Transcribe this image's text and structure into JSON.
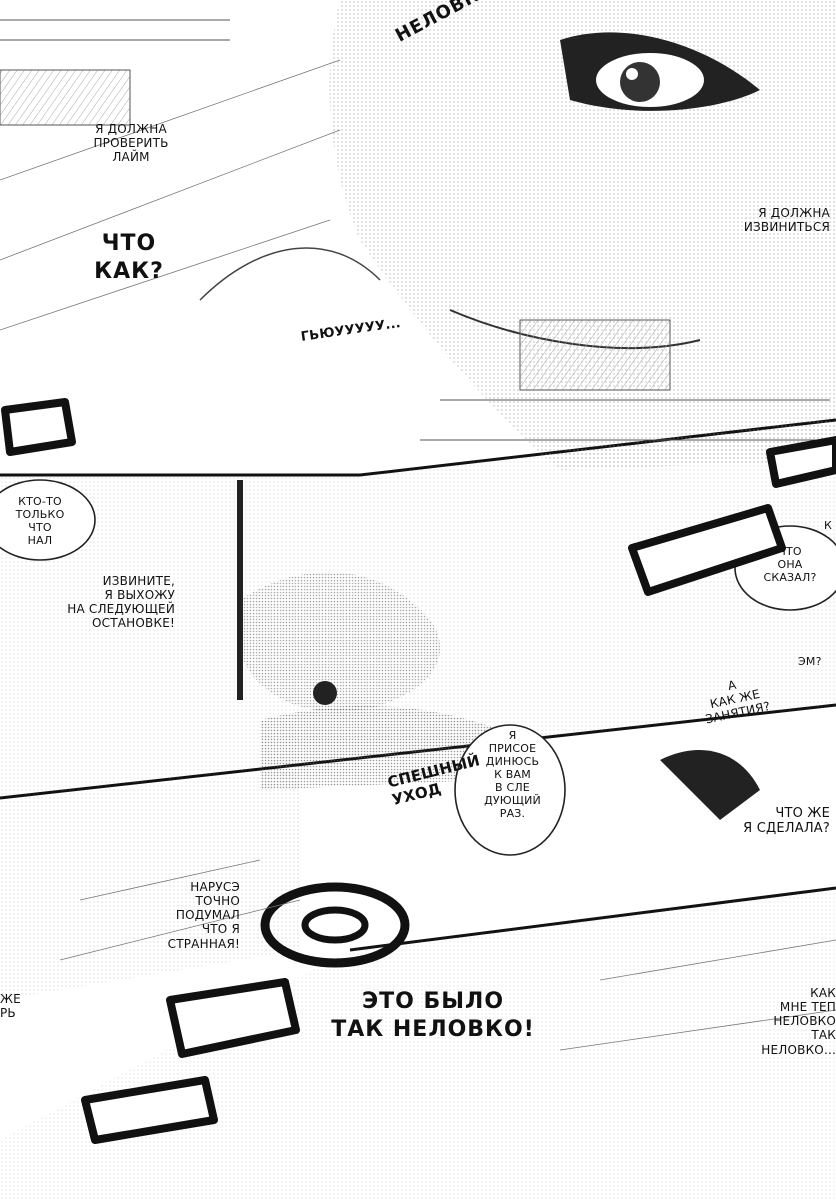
{
  "page": {
    "background": "#ffffff",
    "ink": "#111111"
  },
  "texts": {
    "must_check_line": "Я ДОЛЖНА\nПРОВЕРИТЬ\nЛАЙМ",
    "what_how": "ЧТО\nКАК?",
    "must_apologize": "Я ДОЛЖНА\nИЗВИНИТЬСЯ",
    "someone_only": "КТО-ТО\nТОЛЬКО\nЧТО\nНАЛ",
    "excuse_me": "ИЗВИНИТЕ,\nЯ ВЫХОЖУ\nНА СЛЕДУЮЩЕЙ\nОСТАНОВКЕ!",
    "what_did_she_say": "ЧТО\nОНА\nСКАЗАЛ?",
    "edge_k": "К",
    "edge_eym": "ЭМ?",
    "and_how": "А\nКАК ЖЕ\nЗАНЯТИЯ?",
    "i_will_join": "Я\nПРИСОЕ\nДИНЮСЬ\nК ВАМ\nВ СЛЕ\nДУЮЩИЙ\nРАЗ.",
    "what_did_i_do": "ЧТО ЖЕ\nЯ СДЕЛАЛА?",
    "narase_thought": "НАРУСЭ\nТОЧНО\nПОДУМАЛ\nЧТО Я\nСТРАННАЯ!",
    "edge_left": "ЖЕ\nРЬ",
    "so_awkward": "ЭТО БЫЛО\nТАК НЕЛОВКО!",
    "how_now": "КАК\nМНЕ ТЕП\nНЕЛОВКО\nТАК\nНЕЛОВКО...",
    "sfx_top": "НЕЛОВКОСТЬ",
    "sfx_gyu": "ГЬЮУУУУУ...",
    "sfx_mid": "СПЕШНЫЙ\nУХОД"
  }
}
